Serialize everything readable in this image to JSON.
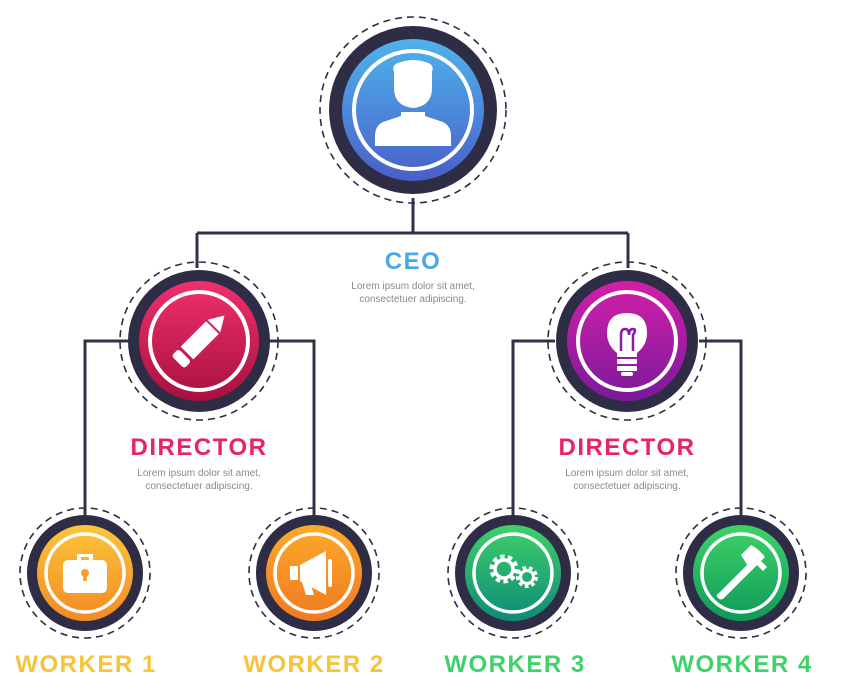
{
  "diagram": {
    "nodes": [
      {
        "id": "ceo",
        "title": "CEO",
        "desc1": "Lorem ipsum dolor sit amet,",
        "desc2": "consectetuer adipiscing.",
        "icon": "person-icon",
        "title_color": "#4aa8e6",
        "gradient": [
          "#4fb3ec",
          "#4a5fc8"
        ]
      },
      {
        "id": "director-left",
        "title": "DIRECTOR",
        "desc1": "Lorem ipsum dolor sit amet,",
        "desc2": "consectetuer adipiscing.",
        "icon": "pencil-icon",
        "title_color": "#e8226d",
        "gradient": [
          "#f0306e",
          "#a8103f"
        ]
      },
      {
        "id": "director-right",
        "title": "DIRECTOR",
        "desc1": "Lorem ipsum dolor sit amet,",
        "desc2": "consectetuer adipiscing.",
        "icon": "lightbulb-icon",
        "title_color": "#e8226d",
        "gradient": [
          "#d21fa8",
          "#7a1a9a"
        ]
      },
      {
        "id": "worker-1",
        "title": "WORKER 1",
        "icon": "briefcase-icon",
        "title_color": "#f7c33a",
        "gradient": [
          "#fbc63a",
          "#f28a25"
        ]
      },
      {
        "id": "worker-2",
        "title": "WORKER 2",
        "icon": "megaphone-icon",
        "title_color": "#f7c33a",
        "gradient": [
          "#fbaa2a",
          "#f07a22"
        ]
      },
      {
        "id": "worker-3",
        "title": "WORKER 3",
        "icon": "gears-icon",
        "title_color": "#3fd26a",
        "gradient": [
          "#3fd06a",
          "#0f8a78"
        ]
      },
      {
        "id": "worker-4",
        "title": "WORKER 4",
        "icon": "hammer-icon",
        "title_color": "#3fd26a",
        "gradient": [
          "#3fd268",
          "#0f9a5a"
        ]
      }
    ],
    "colors": {
      "connector": "#33304a",
      "ring_dark": "#2f2c45",
      "dashed_ring": "#2f2c45"
    }
  }
}
